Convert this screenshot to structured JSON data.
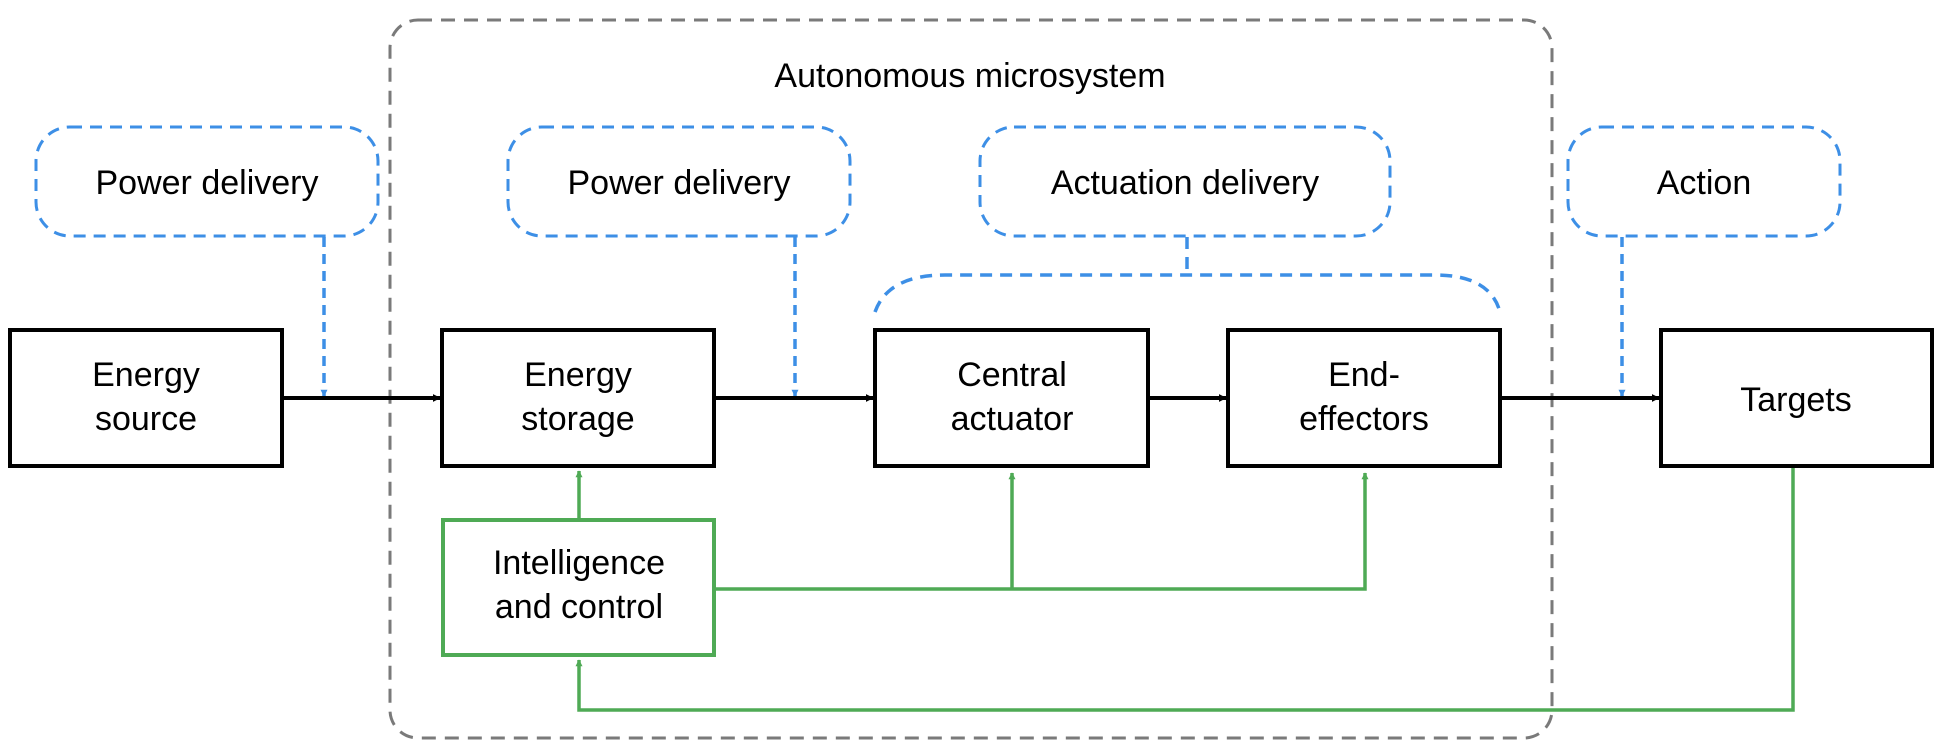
{
  "diagram": {
    "title": "Autonomous microsystem",
    "boxes": {
      "energy_source": [
        "Energy",
        "source"
      ],
      "energy_storage": [
        "Energy",
        "storage"
      ],
      "central_actuator": [
        "Central",
        "actuator"
      ],
      "end_effectors": [
        "End-",
        "effectors"
      ],
      "targets": [
        "Targets"
      ],
      "intelligence": [
        "Intelligence",
        "and control"
      ]
    },
    "annotations": {
      "power_delivery_outer": "Power delivery",
      "power_delivery_inner": "Power delivery",
      "actuation_delivery": "Actuation delivery",
      "action": "Action"
    },
    "colors": {
      "box_stroke": "#000000",
      "annotation": "#3d8fe6",
      "control": "#4faa55",
      "boundary": "#7a7a7a"
    }
  }
}
